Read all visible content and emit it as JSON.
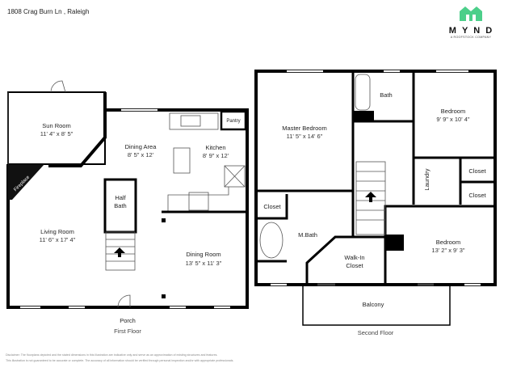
{
  "header": {
    "address": "1808 Crag Burn Ln , Raleigh"
  },
  "logo": {
    "name": "MYND",
    "tagline": "A ROOFSTOCK COMPANY",
    "color": "#4ccf8a"
  },
  "first_floor": {
    "caption": "First Floor",
    "porch": "Porch",
    "rooms": [
      {
        "name": "Sun Room",
        "dims": "11' 4\" x 8' 5\""
      },
      {
        "name": "Dining Area",
        "dims": "8' 5\" x 12'"
      },
      {
        "name": "Kitchen",
        "dims": "8' 9\" x 12'"
      },
      {
        "name": "Pantry"
      },
      {
        "name": "Fireplace"
      },
      {
        "name": "Half Bath"
      },
      {
        "name": "Living Room",
        "dims": "11' 6\" x 17' 4\""
      },
      {
        "name": "Dining Room",
        "dims": "13' 5\" x 11' 3\""
      }
    ]
  },
  "second_floor": {
    "caption": "Second Floor",
    "rooms": [
      {
        "name": "Master Bedroom",
        "dims": "11' 5\" x 14' 6\""
      },
      {
        "name": "Bath"
      },
      {
        "name": "Bedroom",
        "dims": "9' 9\" x 10' 4\""
      },
      {
        "name": "Laundry"
      },
      {
        "name": "Closet"
      },
      {
        "name": "Closet"
      },
      {
        "name": "Closet"
      },
      {
        "name": "M.Bath"
      },
      {
        "name": "Walk-In Closet"
      },
      {
        "name": "Bedroom",
        "dims": "13' 2\" x 9' 3\""
      },
      {
        "name": "Balcony"
      }
    ]
  },
  "disclaimer": [
    "Disclaimer: The floorplans depicted and the stated dimensions in this illustration are indicative only and serve as an approximation of existing structures and features.",
    "This illustration is not guaranteed to be accurate or complete. The accuracy of all information should be verified through personal inspection and/or with appropriate professionals."
  ]
}
